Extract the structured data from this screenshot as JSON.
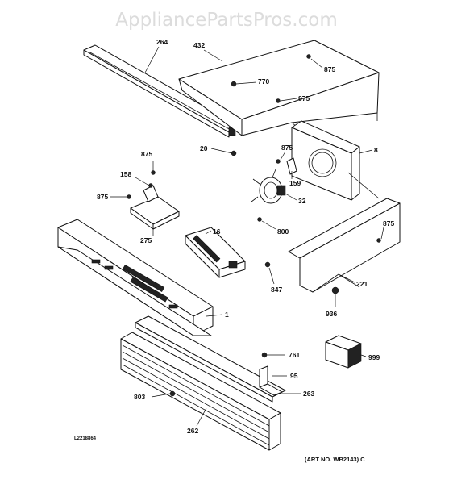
{
  "watermark": "AppliancePartsPros.com",
  "drawing_id": "L2218864",
  "art_no": "(ART NO. WB2143) C",
  "callouts": [
    {
      "id": "264",
      "label": "264"
    },
    {
      "id": "432",
      "label": "432"
    },
    {
      "id": "875a",
      "label": "875"
    },
    {
      "id": "770",
      "label": "770"
    },
    {
      "id": "875b",
      "label": "875"
    },
    {
      "id": "20",
      "label": "20"
    },
    {
      "id": "875c",
      "label": "875"
    },
    {
      "id": "8",
      "label": "8"
    },
    {
      "id": "159",
      "label": "159"
    },
    {
      "id": "875d",
      "label": "875"
    },
    {
      "id": "158",
      "label": "158"
    },
    {
      "id": "875e",
      "label": "875"
    },
    {
      "id": "32",
      "label": "32"
    },
    {
      "id": "275",
      "label": "275"
    },
    {
      "id": "800",
      "label": "800"
    },
    {
      "id": "875f",
      "label": "875"
    },
    {
      "id": "16",
      "label": "16"
    },
    {
      "id": "847",
      "label": "847"
    },
    {
      "id": "221",
      "label": "221"
    },
    {
      "id": "936",
      "label": "936"
    },
    {
      "id": "1",
      "label": "1"
    },
    {
      "id": "761",
      "label": "761"
    },
    {
      "id": "999",
      "label": "999"
    },
    {
      "id": "95",
      "label": "95"
    },
    {
      "id": "803",
      "label": "803"
    },
    {
      "id": "263",
      "label": "263"
    },
    {
      "id": "262",
      "label": "262"
    }
  ]
}
